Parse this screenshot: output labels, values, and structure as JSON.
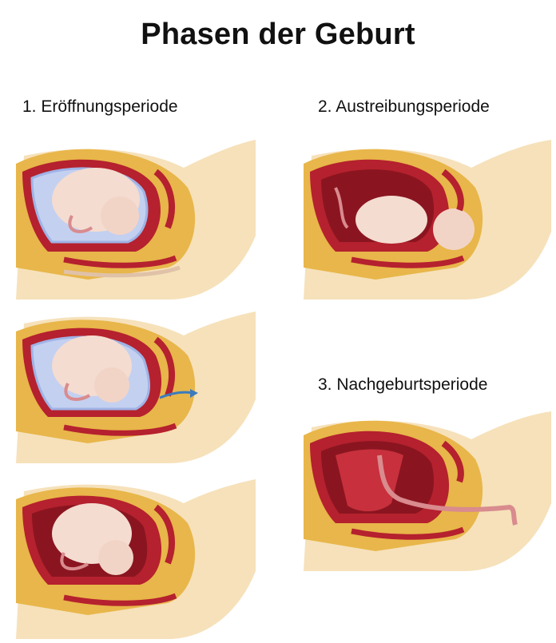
{
  "title": "Phasen der Geburt",
  "phases": [
    {
      "label": "1. Eröffnungsperiode"
    },
    {
      "label": "2. Austreibungsperiode"
    },
    {
      "label": "3. Nachgeburtsperiode"
    }
  ],
  "colors": {
    "skin": "#f6e1ba",
    "skin_dark": "#e8c98d",
    "tissue": "#e8b64a",
    "muscle": "#b5212e",
    "cavity": "#8a1520",
    "amnion": "#b9c9ee",
    "baby": "#f4dcd0",
    "cord": "#d98b8e",
    "arrow": "#3b7bbf"
  }
}
